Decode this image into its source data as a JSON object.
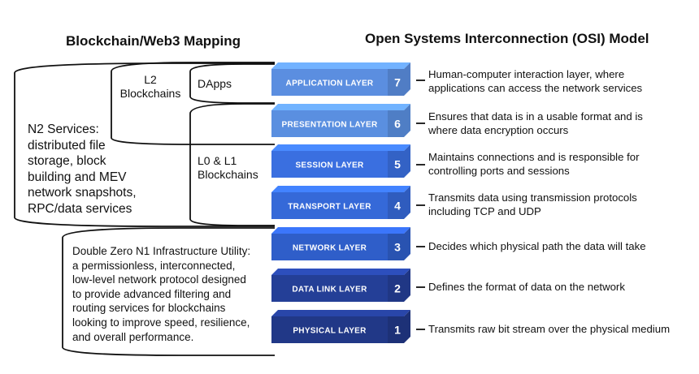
{
  "headings": {
    "left": "Blockchain/Web3 Mapping",
    "right": "Open Systems Interconnection (OSI) Model"
  },
  "mapping": {
    "l2": "L2\nBlockchains",
    "dapps": "DApps",
    "l0l1": "L0 & L1\nBlockchains",
    "n2": "N2 Services:\ndistributed file\nstorage, block\nbuilding and MEV\nnetwork snapshots,\nRPC/data services",
    "n1": "Double Zero N1 Infrastructure Utility:\na permissionless, interconnected,\nlow-level network protocol designed\nto provide advanced filtering and\nrouting services for blockchains\nlooking to improve speed, resilience,\nand overall performance."
  },
  "colors": {
    "layers": [
      "#5b8ee0",
      "#5a8fe0",
      "#3a6fe0",
      "#3569d8",
      "#2f5ec9",
      "#243f97",
      "#213887"
    ]
  },
  "layers": [
    {
      "name": "APPLICATION LAYER",
      "number": "7",
      "description": "Human-computer interaction layer, where\napplications can access the network services"
    },
    {
      "name": "PRESENTATION LAYER",
      "number": "6",
      "description": "Ensures that data is in a usable format and is\nwhere data encryption occurs"
    },
    {
      "name": "SESSION LAYER",
      "number": "5",
      "description": "Maintains connections and is responsible for\ncontrolling ports and sessions"
    },
    {
      "name": "TRANSPORT LAYER",
      "number": "4",
      "description": "Transmits data using transmission protocols\nincluding TCP and UDP"
    },
    {
      "name": "NETWORK LAYER",
      "number": "3",
      "description": "Decides which physical path the data will take"
    },
    {
      "name": "DATA LINK LAYER",
      "number": "2",
      "description": "Defines the format of data on the network"
    },
    {
      "name": "PHYSICAL LAYER",
      "number": "1",
      "description": "Transmits raw bit stream over the physical medium"
    }
  ]
}
